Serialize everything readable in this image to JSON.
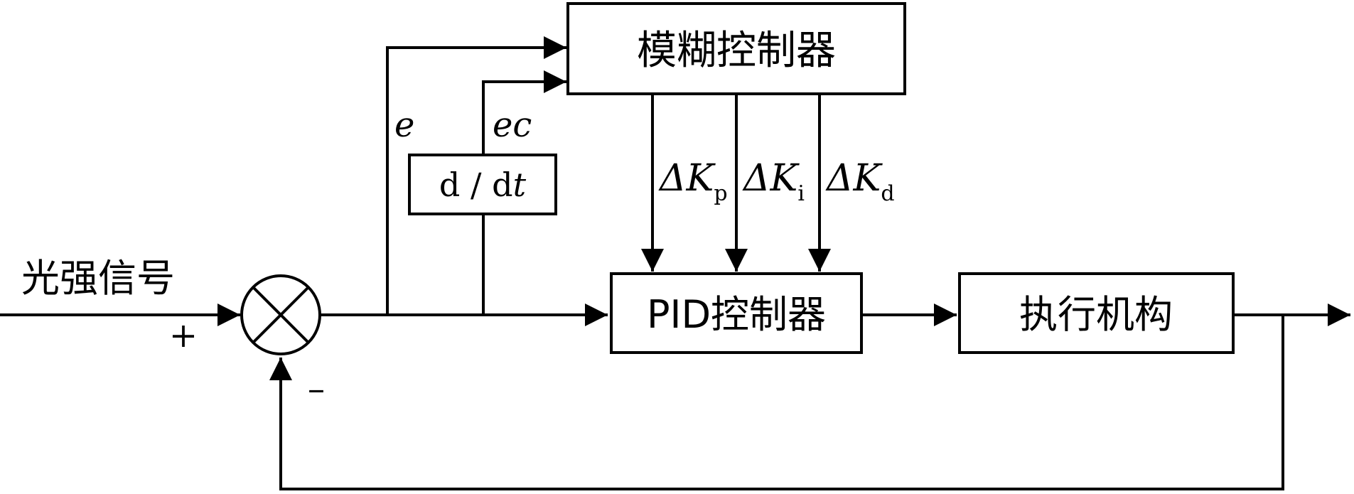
{
  "input_signal": "光强信号",
  "plus_sign": "+",
  "minus_sign": "–",
  "fuzzy_controller": "模糊控制器",
  "pid_controller": "PID控制器",
  "actuator": "执行机构",
  "derivative_block": {
    "prefix": "d / d",
    "var": "t"
  },
  "error_label": "e",
  "error_change_label": "ec",
  "delta_symbol": "ΔK",
  "kp_subscript": "p",
  "ki_subscript": "i",
  "kd_subscript": "d"
}
